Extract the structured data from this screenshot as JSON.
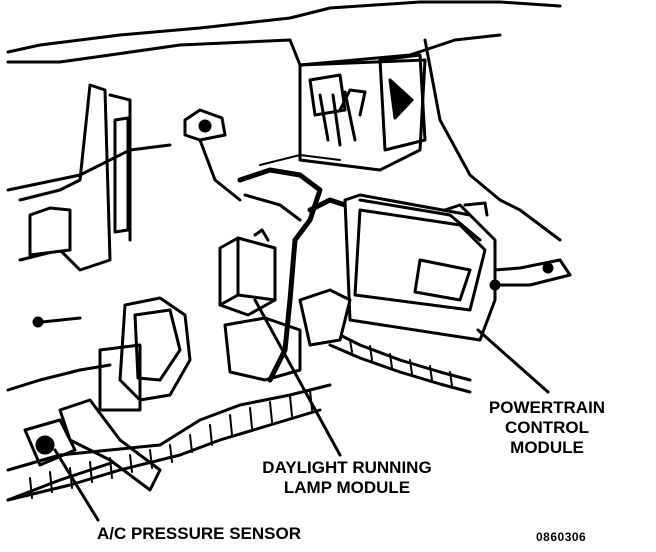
{
  "labels": {
    "pcm": [
      "POWERTRAIN",
      "CONTROL",
      "MODULE"
    ],
    "drl": [
      "DAYLIGHT RUNNING",
      "LAMP MODULE"
    ],
    "ac_sensor": "A/C PRESSURE SENSOR"
  },
  "figure_code": "0860306",
  "colors": {
    "ink": "#000000",
    "paper": "#ffffff"
  }
}
